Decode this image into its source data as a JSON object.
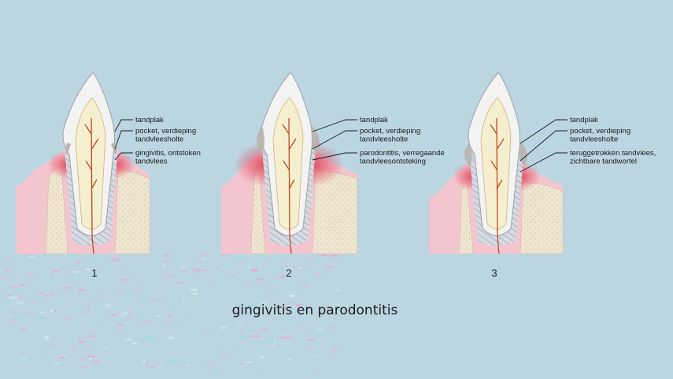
{
  "caption": "gingivitis en parodontitis",
  "stages": [
    {
      "number": "1",
      "labels": [
        [
          "tandplak"
        ],
        [
          "pocket, verdieping",
          "tandvleesholte"
        ],
        [
          "gingivitis, ontstoken",
          "tandvlees"
        ]
      ]
    },
    {
      "number": "2",
      "labels": [
        [
          "tandplak"
        ],
        [
          "pocket, verdieping",
          "tandvleesholte"
        ],
        [
          "parodontitis, verregaande",
          "tandvleesontsteking"
        ]
      ]
    },
    {
      "number": "3",
      "labels": [
        [
          "tandplak"
        ],
        [
          "pocket, verdieping",
          "tandvleesholte"
        ],
        [
          "teruggetrokken tandvlees,",
          "zichtbare tandwortel"
        ]
      ]
    }
  ],
  "colors": {
    "background": "#bcd6e1",
    "gum": "#f3c6cf",
    "inflamed": "#e0485e",
    "bone": "#efe6d2",
    "enamel": "#f3f3f1",
    "dentin": "#f6efcf",
    "nerve": "#c0471f",
    "plaque": "#b9b3ad"
  }
}
